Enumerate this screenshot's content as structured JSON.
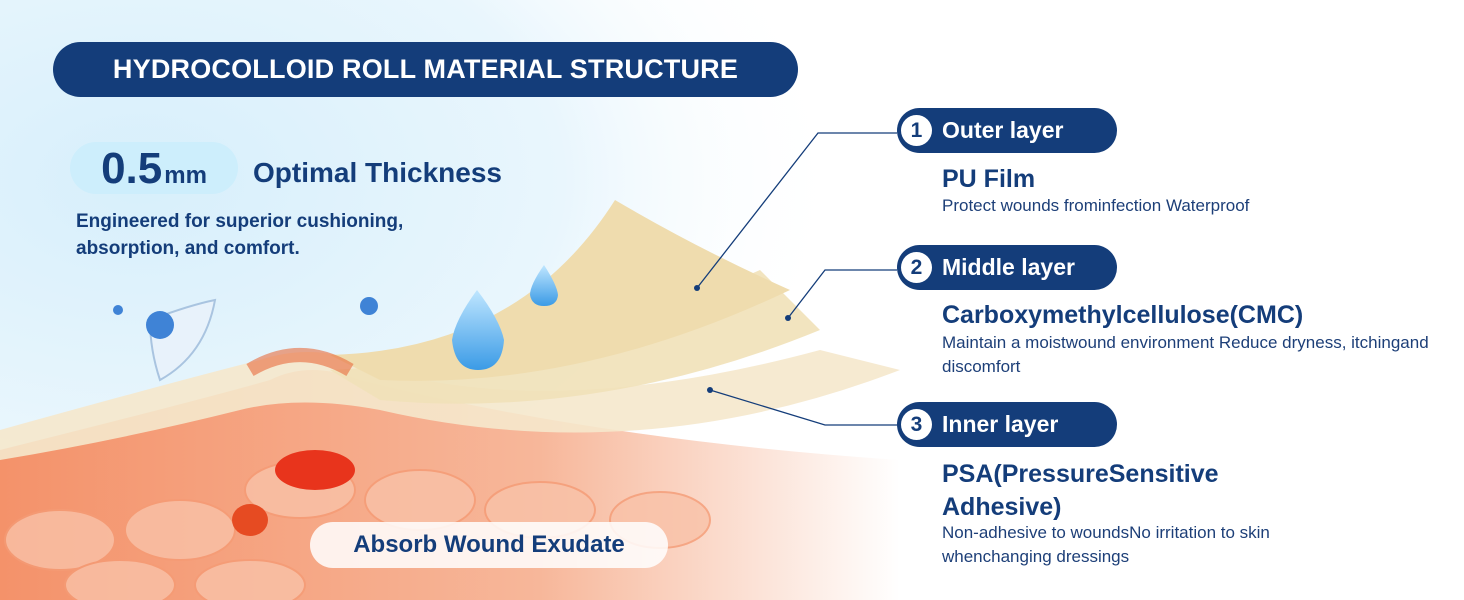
{
  "title": "HYDROCOLLOID ROLL MATERIAL STRUCTURE",
  "thickness": {
    "value": "0.5",
    "unit": "mm",
    "label": "Optimal Thickness",
    "description": "Engineered for superior cushioning, absorption, and comfort."
  },
  "absorb_label": "Absorb Wound Exudate",
  "layers": [
    {
      "number": "1",
      "label": "Outer layer",
      "material": "PU Film",
      "description": "Protect wounds frominfection Waterproof"
    },
    {
      "number": "2",
      "label": "Middle layer",
      "material": "Carboxymethylcellulose(CMC)",
      "description": "Maintain a moistwound environment Reduce dryness, itchingand discomfort"
    },
    {
      "number": "3",
      "label": "Inner layer",
      "material": "PSA(PressureSensitive Adhesive)",
      "description": "Non-adhesive to woundsNo irritation to skin whenchanging dressings"
    }
  ],
  "colors": {
    "brand": "#143d7a",
    "pill_light": "#cdeefc",
    "sheet": "#efdcae",
    "skin": "#f08a5d"
  }
}
